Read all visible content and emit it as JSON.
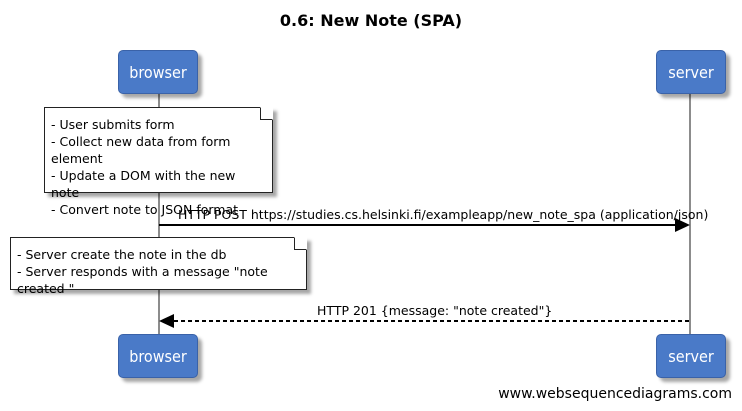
{
  "title": "0.6: New Note (SPA)",
  "participants": {
    "browser": "browser",
    "server": "server"
  },
  "notes": {
    "browser_note": [
      "- User submits form",
      "- Collect new data from form element",
      "- Update a DOM with the new note",
      "- Convert note to JSON format"
    ],
    "server_note": [
      "- Server create the note in the db",
      "- Server responds with a message \"note created \""
    ]
  },
  "messages": {
    "post": "HTTP POST https://studies.cs.helsinki.fi/exampleapp/new_note_spa (application/json)",
    "response": "HTTP 201 {message: \"note created\"}"
  },
  "footer": "www.websequencediagrams.com",
  "colors": {
    "actor_fill": "#4a7ac8",
    "lifeline": "#8c8c8c"
  }
}
